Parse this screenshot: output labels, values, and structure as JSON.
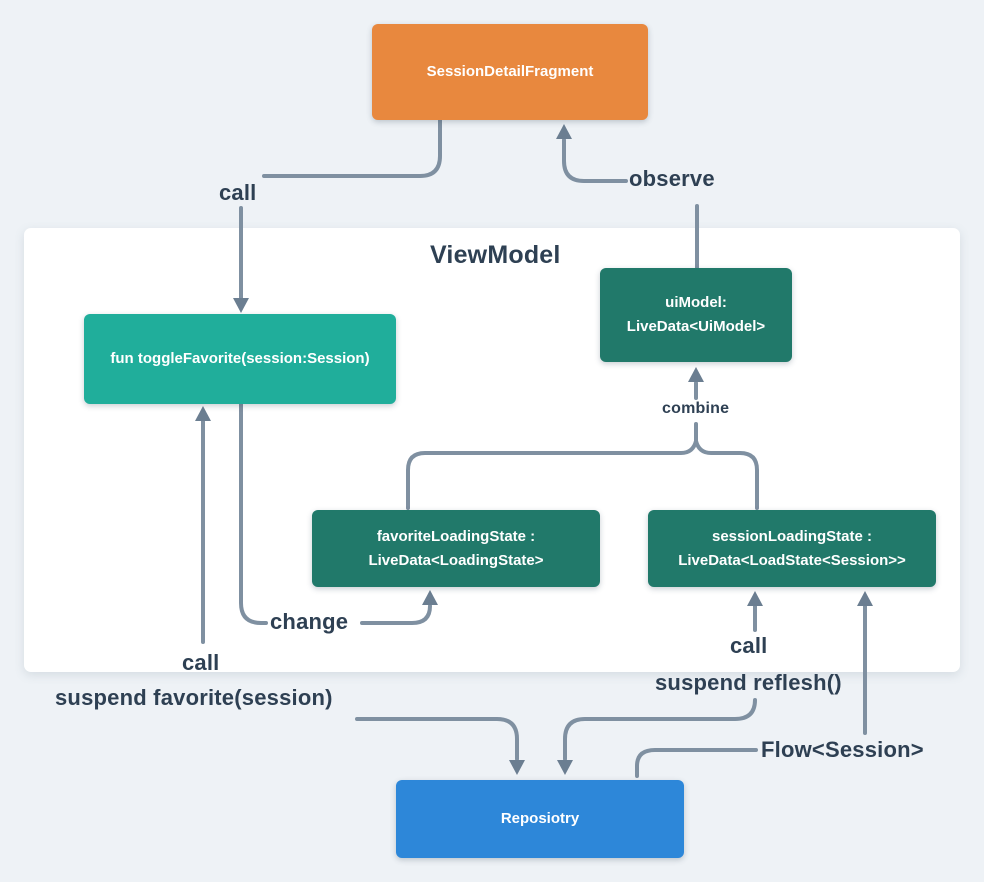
{
  "colors": {
    "bg": "#eef2f6",
    "panel": "#ffffff",
    "orange": "#e8883e",
    "teal": "#20ae9b",
    "green": "#21796a",
    "blue": "#2d87d9",
    "line": "#7f90a1",
    "arrow": "#6b7e91",
    "ink": "#2e4053"
  },
  "container": {
    "title": "ViewModel"
  },
  "nodes": {
    "fragment": {
      "label": "SessionDetailFragment"
    },
    "toggle": {
      "label": "fun toggleFavorite(session:Session)"
    },
    "ui_model": {
      "line1": "uiModel:",
      "line2": "LiveData<UiModel>"
    },
    "favorite_state": {
      "line1": "favoriteLoadingState :",
      "line2": "LiveData<LoadingState>"
    },
    "session_state": {
      "line1": "sessionLoadingState :",
      "line2": "LiveData<LoadState<Session>>"
    },
    "repository": {
      "label": "Reposiotry"
    }
  },
  "labels": {
    "call_top": "call",
    "observe": "observe",
    "combine": "combine",
    "change": "change",
    "call_favorite": "call",
    "suspend_favorite": "suspend favorite(session)",
    "call_refresh": "call",
    "suspend_refresh": "suspend reflesh()",
    "flow_session": "Flow<Session>"
  }
}
